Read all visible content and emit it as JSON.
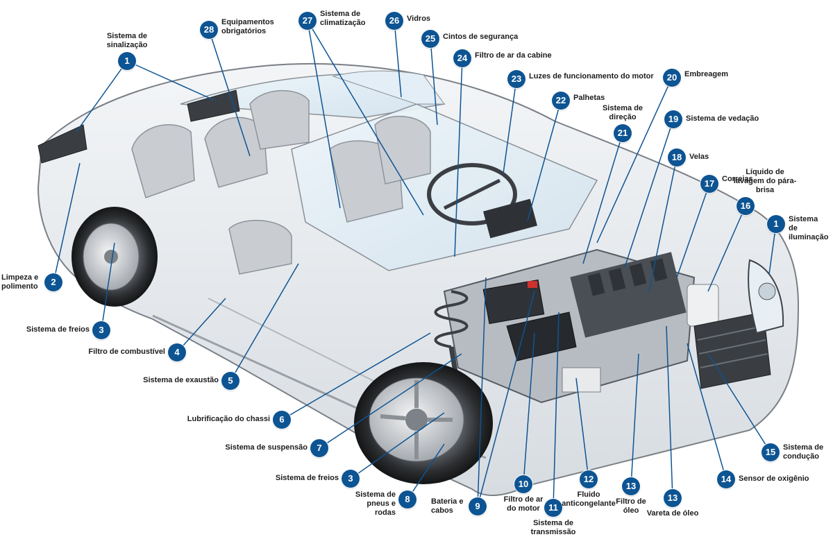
{
  "colors": {
    "badge": "#0d5493",
    "leader": "#0d5493",
    "label": "#1c1c1c",
    "car_outline": "#7a7f86"
  },
  "callouts": [
    {
      "id": "1a",
      "num": "1",
      "label": "Sistema de sinalização"
    },
    {
      "id": "1b",
      "num": "1",
      "label": "Sistema de iluminação"
    },
    {
      "id": "2",
      "num": "2",
      "label": "Limpeza e polimento"
    },
    {
      "id": "3a",
      "num": "3",
      "label": "Sistema de freios"
    },
    {
      "id": "3b",
      "num": "3",
      "label": "Sistema de freios"
    },
    {
      "id": "4",
      "num": "4",
      "label": "Filtro de combustível"
    },
    {
      "id": "5",
      "num": "5",
      "label": "Sistema de exaustão"
    },
    {
      "id": "6",
      "num": "6",
      "label": "Lubrificação do chassi"
    },
    {
      "id": "7",
      "num": "7",
      "label": "Sistema de suspensão"
    },
    {
      "id": "8",
      "num": "8",
      "label": "Sistema de pneus e rodas"
    },
    {
      "id": "9",
      "num": "9",
      "label": "Bateria e cabos"
    },
    {
      "id": "10",
      "num": "10",
      "label": "Filtro de ar do motor"
    },
    {
      "id": "11",
      "num": "11",
      "label": "Sistema de transmissão"
    },
    {
      "id": "12",
      "num": "12",
      "label": "Fluido anticongelante"
    },
    {
      "id": "13a",
      "num": "13",
      "label": "Filtro de óleo"
    },
    {
      "id": "13b",
      "num": "13",
      "label": "Vareta de óleo"
    },
    {
      "id": "14",
      "num": "14",
      "label": "Sensor de oxigênio"
    },
    {
      "id": "15",
      "num": "15",
      "label": "Sistema de condução"
    },
    {
      "id": "16",
      "num": "16",
      "label": "Líquido de lavagem do pára-brisa"
    },
    {
      "id": "17",
      "num": "17",
      "label": "Correias"
    },
    {
      "id": "18",
      "num": "18",
      "label": "Velas"
    },
    {
      "id": "19",
      "num": "19",
      "label": "Sistema de vedação"
    },
    {
      "id": "20",
      "num": "20",
      "label": "Embreagem"
    },
    {
      "id": "21",
      "num": "21",
      "label": "Sistema de direção"
    },
    {
      "id": "22",
      "num": "22",
      "label": "Palhetas"
    },
    {
      "id": "23",
      "num": "23",
      "label": "Luzes de funcionamento do motor"
    },
    {
      "id": "24",
      "num": "24",
      "label": "Filtro de ar da cabine"
    },
    {
      "id": "25",
      "num": "25",
      "label": "Cintos de segurança"
    },
    {
      "id": "26",
      "num": "26",
      "label": "Vidros"
    },
    {
      "id": "27",
      "num": "27",
      "label": "Sistema de climatização"
    },
    {
      "id": "28",
      "num": "28",
      "label": "Equipamentos obrigatórios"
    }
  ]
}
